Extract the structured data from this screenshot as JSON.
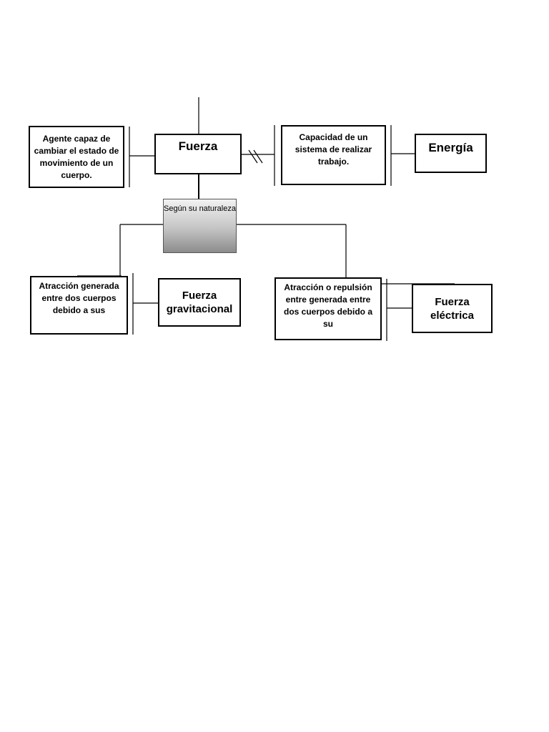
{
  "nodes": {
    "fuerza": "Fuerza",
    "fuerza_def": "Agente capaz de cambiar el estado de movimiento de un cuerpo.",
    "energia": "Energía",
    "energia_def": "Capacidad de un sistema de realizar trabajo.",
    "criterio": "Según su naturaleza",
    "gravitacional": "Fuerza gravitacional",
    "gravitacional_def": "Atracción generada entre dos cuerpos debido a sus",
    "electrica": "Fuerza eléctrica",
    "electrica_def": "Atracción o repulsión entre generada entre dos cuerpos debido a su"
  }
}
